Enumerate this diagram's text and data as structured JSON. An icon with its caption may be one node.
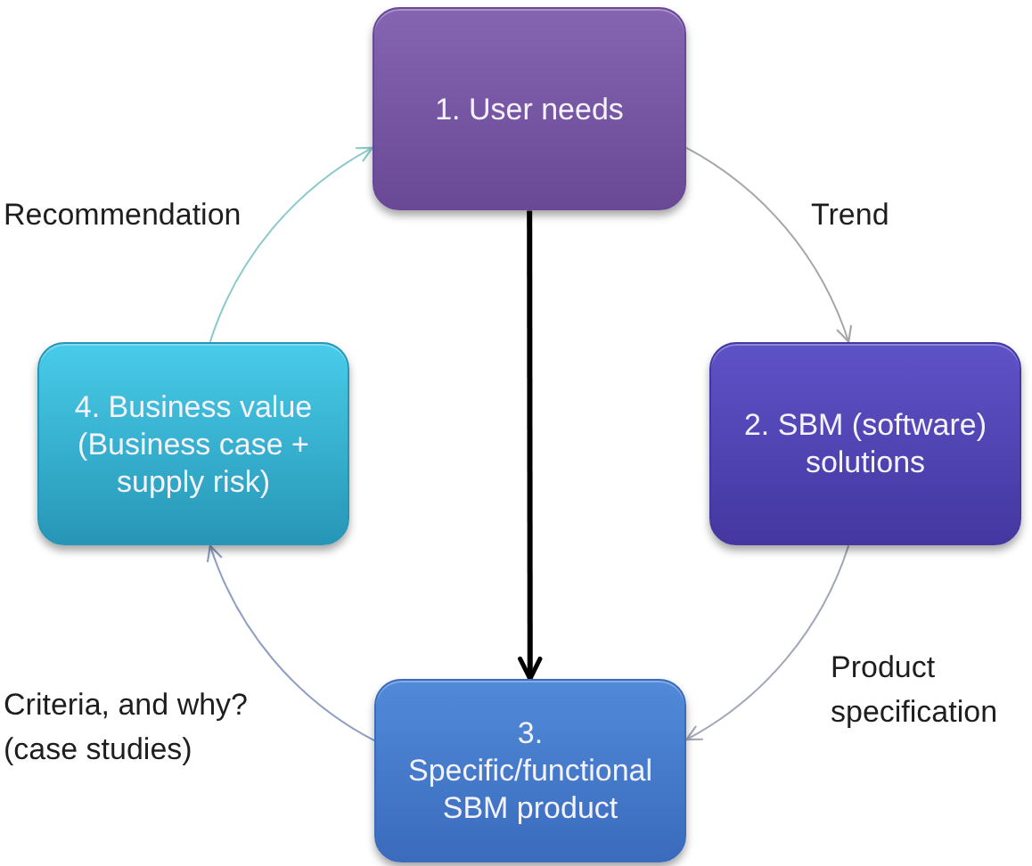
{
  "diagram": {
    "nodes": [
      {
        "text": [
          "1. User needs"
        ]
      },
      {
        "text": [
          "2. SBM (software) solutions"
        ]
      },
      {
        "text": [
          "3. Specific/functional SBM product"
        ]
      },
      {
        "text": [
          "4. Business value (Business case + supply risk)"
        ]
      }
    ],
    "edges": [
      {
        "from": 0,
        "to": 1,
        "arrow": "to",
        "label": "Trend",
        "color": "#a6a6a6"
      },
      {
        "from": 1,
        "to": 2,
        "arrow": "to",
        "label": "Product specification",
        "color": "#a3a8b8"
      },
      {
        "from": 2,
        "to": 3,
        "arrow": "to",
        "label": "Criteria, and why? (case studies)",
        "color": "#8e9ec4"
      },
      {
        "from": 3,
        "to": 0,
        "arrow": "to",
        "label": "Recommendation",
        "color": "#8ccaca"
      },
      {
        "from": 0,
        "to": 2,
        "arrow": "to",
        "style": "thick",
        "color": "#000000"
      }
    ]
  }
}
